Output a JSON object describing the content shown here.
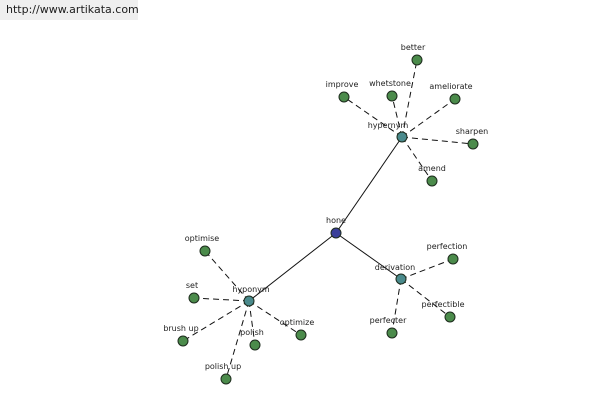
{
  "watermark": "http://www.artikata.com",
  "colors": {
    "root": "#3a3f9a",
    "relation": "#4a8a8c",
    "leaf": "#4b8b4b"
  },
  "graph": {
    "root": {
      "id": "hone",
      "label": "hone"
    },
    "relations": [
      {
        "id": "hypernym",
        "label": "hypernym",
        "children": [
          "better",
          "whetstone",
          "improve",
          "ameliorate",
          "sharpen",
          "amend"
        ]
      },
      {
        "id": "derivation",
        "label": "derivation",
        "children": [
          "perfection",
          "perfectible",
          "perfecter"
        ]
      },
      {
        "id": "hyponym",
        "label": "hyponym",
        "children": [
          "optimise",
          "set",
          "brush up",
          "polish",
          "optimize",
          "polish up"
        ]
      }
    ]
  }
}
